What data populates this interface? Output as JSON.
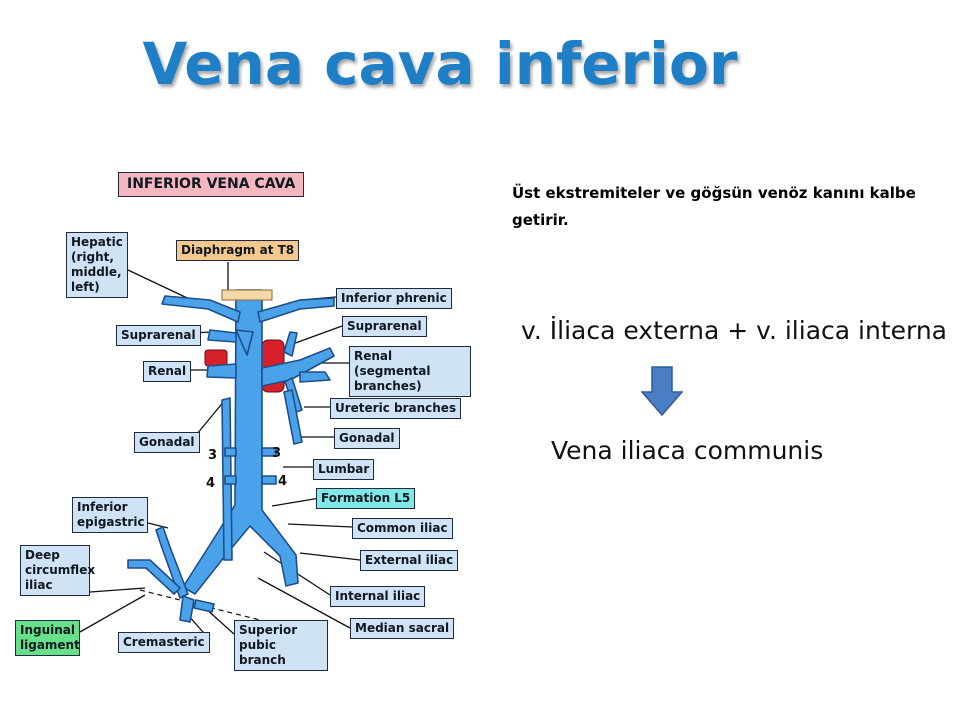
{
  "slide": {
    "title": "Vena cava inferior",
    "description": "Üst ekstremiteler ve göğsün venöz kanını kalbe getirir.",
    "formula": "v. İliaca externa + v. iliaca interna",
    "result": "Vena iliaca communis"
  },
  "diagram": {
    "heading": "INFERIOR VENA CAVA",
    "labels": {
      "hepatic": "Hepatic (right, middle, left)",
      "diaphragm": "Diaphragm at T8",
      "inferior_phrenic": "Inferior phrenic",
      "suprarenal_left": "Suprarenal",
      "suprarenal_right": "Suprarenal",
      "renal_left": "Renal",
      "renal_segmental": "Renal (segmental branches)",
      "ureteric": "Ureteric branches",
      "gonadal_left": "Gonadal",
      "gonadal_right": "Gonadal",
      "lumbar": "Lumbar",
      "formation": "Formation L5",
      "common_iliac": "Common iliac",
      "inferior_epigastric": "Inferior epigastric",
      "deep_circumflex": "Deep circumflex iliac",
      "external_iliac": "External iliac",
      "internal_iliac": "Internal iliac",
      "median_sacral": "Median sacral",
      "inguinal": "Inguinal ligament",
      "cremasteric": "Cremasteric",
      "superior_pubic": "Superior pubic branch"
    },
    "numbers": {
      "left_3": "3",
      "left_4": "4",
      "right_3": "3",
      "right_4": "4"
    }
  },
  "colors": {
    "title": "#1f7fc6",
    "vein": "#4aa3ea",
    "vein_outline": "#1e4f8a",
    "artery": "#d8202a",
    "arrow": "#4a7ec4"
  }
}
